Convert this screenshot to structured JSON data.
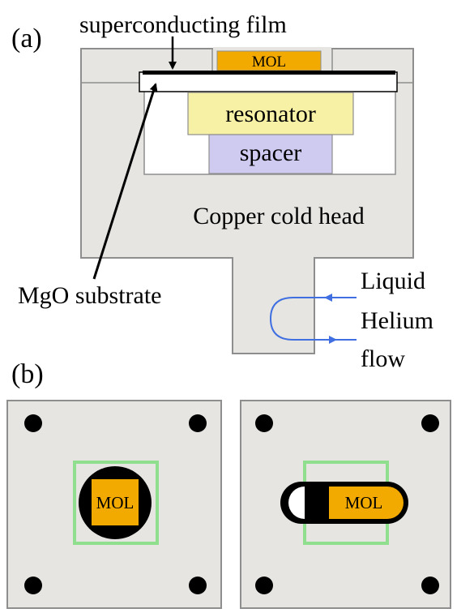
{
  "panel_a": {
    "label": "(a)",
    "superconducting_film": "superconducting film",
    "mol": "MOL",
    "resonator": "resonator",
    "spacer": "spacer",
    "copper_cold_head": "Copper cold head",
    "mgo_substrate": "MgO substrate",
    "liquid_helium_flow": [
      "Liquid",
      "Helium",
      "flow"
    ]
  },
  "panel_b": {
    "label": "(b)",
    "left_mol": "MOL",
    "right_mol": "MOL"
  },
  "colors": {
    "copper_gray": "#e6e5e2",
    "outline": "#8e8e8e",
    "mol_orange": "#f2a900",
    "resonator_yellow": "#f7f1a6",
    "spacer_lavender": "#cfcaf0",
    "green_frame": "#8fdf8f",
    "helium_blue": "#3f6fe0"
  }
}
